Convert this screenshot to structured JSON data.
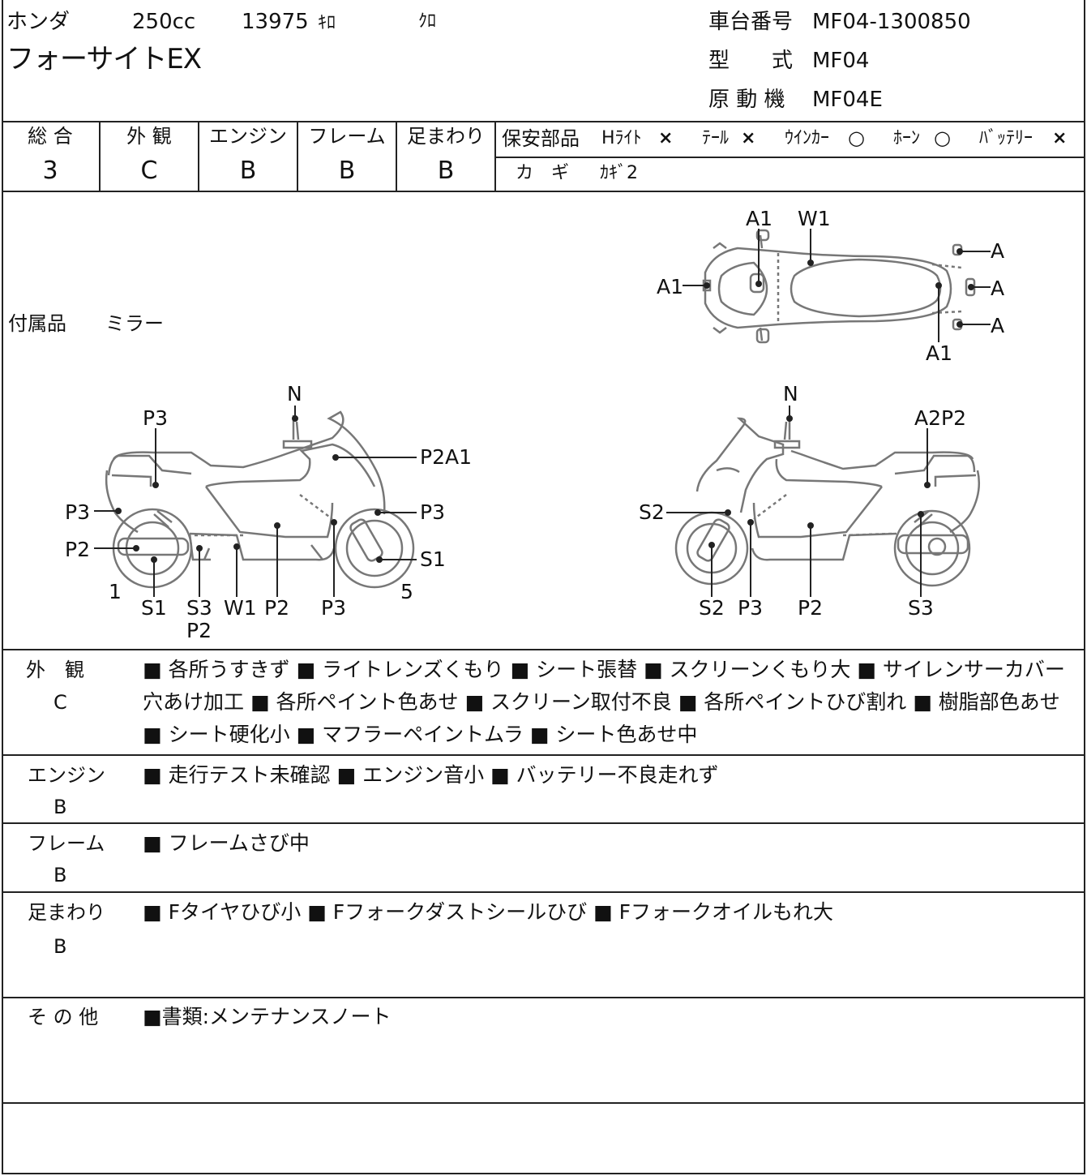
{
  "header": {
    "maker": "ホンダ",
    "displacement": "250cc",
    "mileage": "13975",
    "mileage_unit": "ｷﾛ",
    "mileage_unit2": "ｸﾛ",
    "model_name": "フォーサイトEX",
    "frame_label": "車台番号",
    "frame_no": "MF04-1300850",
    "type_label": "型　　式",
    "type_value": "MF04",
    "engine_label": "原 動 機",
    "engine_value": "MF04E"
  },
  "grades": [
    {
      "label": "総 合",
      "value": "3"
    },
    {
      "label": "外 観",
      "value": "C"
    },
    {
      "label": "エンジン",
      "value": "B"
    },
    {
      "label": "フレーム",
      "value": "B"
    },
    {
      "label": "足まわり",
      "value": "B"
    }
  ],
  "safety": {
    "label": "保安部品",
    "items": [
      {
        "name": "Hﾗｲﾄ",
        "mark": "×"
      },
      {
        "name": "ﾃｰﾙ",
        "mark": "×"
      },
      {
        "name": "ｳｲﾝｶｰ",
        "mark": "○"
      },
      {
        "name": "ﾎｰﾝ",
        "mark": "○"
      },
      {
        "name": "ﾊﾞｯﾃﾘｰ",
        "mark": "×"
      }
    ],
    "key_label": "カ　ギ",
    "key_value": "ｶｷﾞ2"
  },
  "accessories": {
    "label": "付属品",
    "value": "ミラー"
  },
  "diagram_labels": {
    "top": [
      "A1",
      "W1",
      "A",
      "A",
      "A",
      "A1",
      "A1"
    ],
    "left": [
      "N",
      "P3",
      "P2A1",
      "P3",
      "P3",
      "P2",
      "S1",
      "1",
      "S1",
      "S3",
      "P2",
      "W1",
      "P2",
      "P3",
      "5"
    ],
    "right": [
      "N",
      "A2P2",
      "S2",
      "S2",
      "P3",
      "P2",
      "S3"
    ]
  },
  "sections": [
    {
      "label": "外　観",
      "grade": "C",
      "text": "■ 各所うすきず ■ ライトレンズくもり ■ シート張替 ■ スクリーンくもり大 ■ サイレンサーカバー穴あけ加工 ■ 各所ペイント色あせ ■ スクリーン取付不良 ■ 各所ペイントひび割れ ■ 樹脂部色あせ ■ シート硬化小 ■ マフラーペイントムラ ■ シート色あせ中"
    },
    {
      "label": "エンジン",
      "grade": "B",
      "text": "■ 走行テスト未確認 ■ エンジン音小 ■ バッテリー不良走れず"
    },
    {
      "label": "フレーム",
      "grade": "B",
      "text": "■ フレームさび中"
    },
    {
      "label": "足まわり",
      "grade": "B",
      "text": "■ Fタイヤひび小 ■ Fフォークダストシールひび ■ Fフォークオイルもれ大"
    },
    {
      "label": "そ の 他",
      "grade": "",
      "text": "■書類:メンテナンスノート"
    }
  ]
}
